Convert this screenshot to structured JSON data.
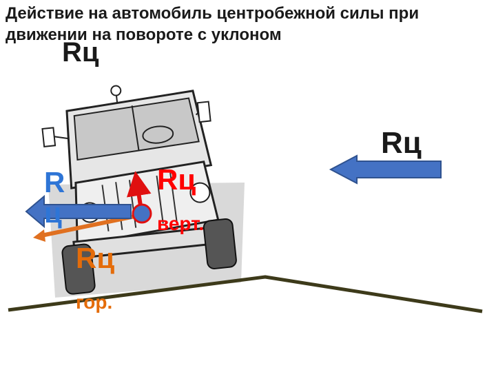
{
  "title": "Действие на автомобиль центробежной силы          при движении на повороте с уклоном",
  "labels": {
    "rc_top": "Rц",
    "rc_right": "Rц",
    "rc_left": "Rц",
    "rc_vert_main": "Rц",
    "rc_vert_sub": "верт.",
    "rc_hor_main": "Rц",
    "rc_hor_sub": "гор."
  },
  "colors": {
    "blue_arrow": "#4472c4",
    "orange_arrow": "#e07020",
    "red_arrow": "#e01010",
    "force_text": "#e46c0a",
    "red_text": "#ff0000",
    "blue_text": "#2e75d6",
    "ground": "#3d3a1a"
  }
}
